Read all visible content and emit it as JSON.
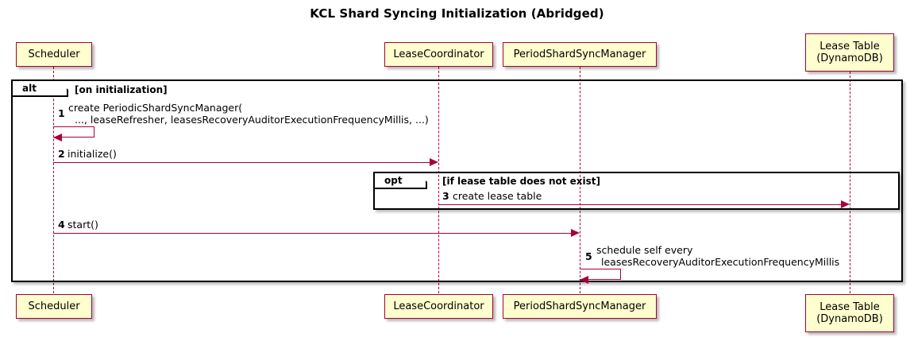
{
  "diagram": {
    "title": "KCL Shard Syncing Initialization (Abridged)",
    "type": "sequence-diagram"
  },
  "participants": [
    {
      "id": "scheduler",
      "line1": "Scheduler",
      "line2": ""
    },
    {
      "id": "leasecoord",
      "line1": "LeaseCoordinator",
      "line2": ""
    },
    {
      "id": "psyncmanager",
      "line1": "PeriodShardSyncManager",
      "line2": ""
    },
    {
      "id": "leasetable",
      "line1": "Lease Table",
      "line2": "(DynamoDB)"
    }
  ],
  "fragments": [
    {
      "id": "alt",
      "keyword": "alt",
      "condition": "[on initialization]"
    },
    {
      "id": "opt",
      "keyword": "opt",
      "condition": "[if lease table does not exist]"
    }
  ],
  "messages": [
    {
      "num": "1",
      "from": "scheduler",
      "to": "scheduler",
      "self": true,
      "line1": "create PeriodicShardSyncManager(",
      "line2": "..., leaseRefresher, leasesRecoveryAuditorExecutionFrequencyMillis, ...)"
    },
    {
      "num": "2",
      "from": "scheduler",
      "to": "leasecoord",
      "self": false,
      "line1": "initialize()",
      "line2": ""
    },
    {
      "num": "3",
      "from": "leasecoord",
      "to": "leasetable",
      "self": false,
      "line1": "create lease table",
      "line2": ""
    },
    {
      "num": "4",
      "from": "scheduler",
      "to": "psyncmanager",
      "self": false,
      "line1": "start()",
      "line2": ""
    },
    {
      "num": "5",
      "from": "psyncmanager",
      "to": "psyncmanager",
      "self": true,
      "line1": "schedule self every",
      "line2": "leasesRecoveryAuditorExecutionFrequencyMillis"
    }
  ],
  "colors": {
    "participant_fill": "#FEFECE",
    "participant_border": "#A80036",
    "arrow": "#A80036",
    "lifeline": "#A80036",
    "frame_border": "#000000",
    "background": "#FFFFFF",
    "text": "#000000"
  }
}
